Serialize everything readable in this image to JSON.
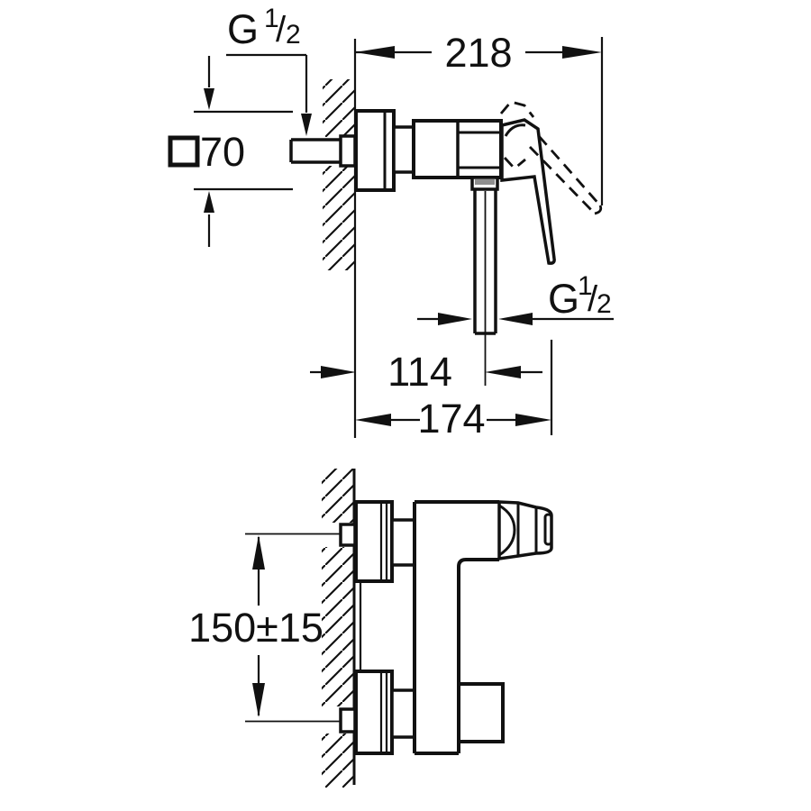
{
  "figure": {
    "type": "technical-dimension-drawing",
    "subject": "Wall-mounted single-lever shower mixer installation drawing",
    "views": [
      "side view with wall section (top)",
      "front view with wall section (bottom)"
    ]
  },
  "dimensions": {
    "overall_depth": "218",
    "square_escutcheon": "70",
    "outlet_offset": "114",
    "handle_depth": "174",
    "inlet_spacing": "150±15"
  },
  "thread_labels": {
    "top": {
      "base": "G",
      "sup": "1",
      "slash": "/",
      "sub": "2"
    },
    "outlet": {
      "base": "G",
      "sup": "1",
      "slash": "/",
      "sub": "2"
    }
  },
  "symbols": {
    "square": "□"
  },
  "colors": {
    "line": "#111111",
    "background": "#ffffff",
    "nut_shading": "#8f8f8f"
  }
}
